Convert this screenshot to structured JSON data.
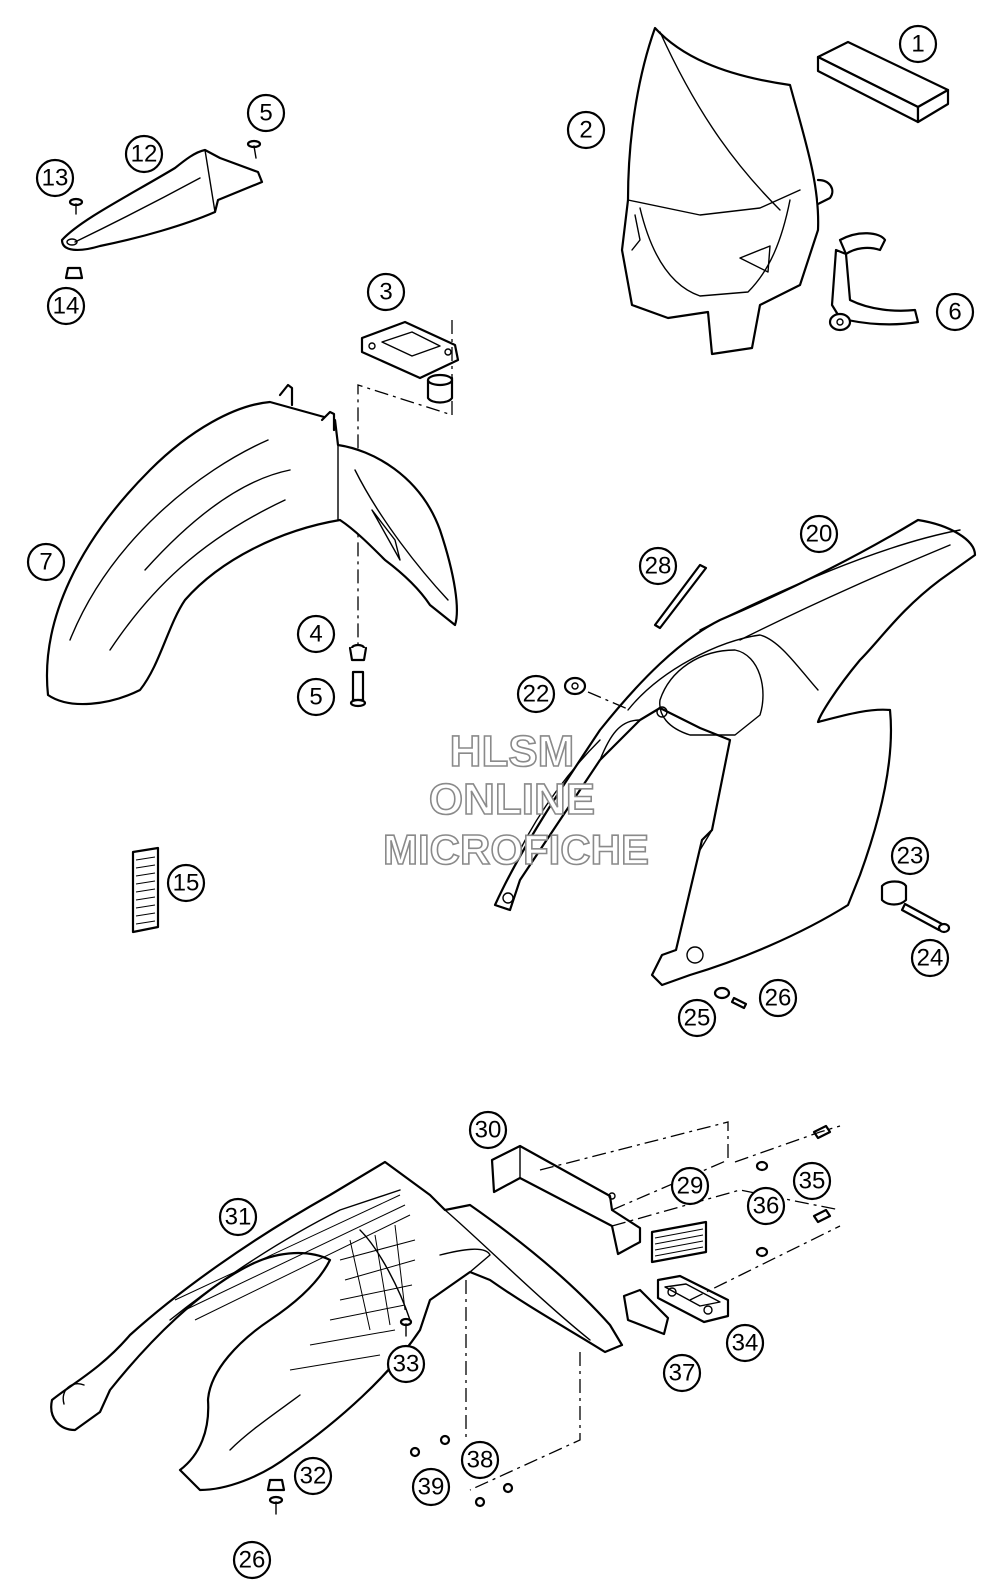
{
  "callouts": [
    {
      "id": "1",
      "label": "1"
    },
    {
      "id": "2",
      "label": "2"
    },
    {
      "id": "3",
      "label": "3"
    },
    {
      "id": "4",
      "label": "4"
    },
    {
      "id": "5a",
      "label": "5"
    },
    {
      "id": "5b",
      "label": "5"
    },
    {
      "id": "6",
      "label": "6"
    },
    {
      "id": "7",
      "label": "7"
    },
    {
      "id": "12",
      "label": "12"
    },
    {
      "id": "13",
      "label": "13"
    },
    {
      "id": "14",
      "label": "14"
    },
    {
      "id": "15",
      "label": "15"
    },
    {
      "id": "20",
      "label": "20"
    },
    {
      "id": "22",
      "label": "22"
    },
    {
      "id": "23",
      "label": "23"
    },
    {
      "id": "24",
      "label": "24"
    },
    {
      "id": "25",
      "label": "25"
    },
    {
      "id": "26a",
      "label": "26"
    },
    {
      "id": "26b",
      "label": "26"
    },
    {
      "id": "28",
      "label": "28"
    },
    {
      "id": "29",
      "label": "29"
    },
    {
      "id": "30",
      "label": "30"
    },
    {
      "id": "31",
      "label": "31"
    },
    {
      "id": "32",
      "label": "32"
    },
    {
      "id": "33",
      "label": "33"
    },
    {
      "id": "34",
      "label": "34"
    },
    {
      "id": "35",
      "label": "35"
    },
    {
      "id": "36",
      "label": "36"
    },
    {
      "id": "37",
      "label": "37"
    },
    {
      "id": "38",
      "label": "38"
    },
    {
      "id": "39",
      "label": "39"
    }
  ],
  "watermark": {
    "line1": "HLSM",
    "line2": "ONLINE",
    "line3": "MICROFICHE"
  }
}
